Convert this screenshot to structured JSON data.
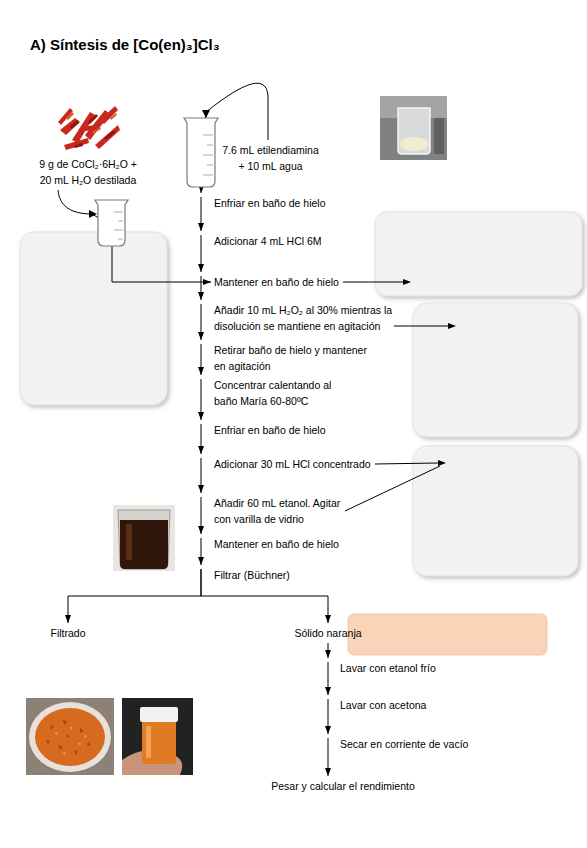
{
  "diagram": {
    "title": "A) Síntesis de [Co(en)₃]Cl₃",
    "nodes": [
      {
        "text": [
          "9 g de CoCl₂·6H₂O + 20 mL H₂O destilada"
        ]
      },
      {
        "text": [
          "7.6 mL etilendiamina + 10 mL agua"
        ]
      },
      {
        "text": [
          "Enfriar en baño de hielo"
        ]
      },
      {
        "text": [
          "Adicionar 4 mL HCl 6M"
        ]
      },
      {
        "text": [
          "Mantener en baño de hielo"
        ]
      },
      {
        "text": [
          "Añadir 10 mL H₂O₂ al 30% mientras la disolución se mantiene en agitación"
        ]
      },
      {
        "text": [
          "Retirar baño de hielo y mantener en agitación"
        ]
      },
      {
        "text": [
          "Concentrar calentando al baño María 60-80ºC"
        ]
      },
      {
        "text": [
          "Enfriar en baño de hielo"
        ]
      },
      {
        "text": [
          "Adicionar 30 mL HCl concentrado"
        ]
      },
      {
        "text": [
          "Añadir 60 mL etanol. Agitar con varilla de vidrio"
        ]
      },
      {
        "text": [
          "Mantener en baño de hielo"
        ]
      },
      {
        "text": [
          "Filtrar (Büchner)"
        ]
      },
      {
        "text": [
          "Filtrado"
        ]
      },
      {
        "text": [
          "Sólido naranja"
        ]
      },
      {
        "text": [
          "Lavar con etanol frío"
        ]
      },
      {
        "text": [
          "Lavar con acetona"
        ]
      },
      {
        "text": [
          "Secar en corriente de vacío"
        ]
      },
      {
        "text": [
          "Pesar y calcular el rendimiento"
        ]
      }
    ],
    "edges": [
      {
        "from": 1,
        "to": 2,
        "arrow": "to"
      },
      {
        "from": 0,
        "to": 4,
        "arrow": "to"
      },
      {
        "from": 2,
        "to": 3,
        "arrow": "to"
      },
      {
        "from": 3,
        "to": 4,
        "arrow": "to"
      },
      {
        "from": 4,
        "to": 5,
        "arrow": "to"
      },
      {
        "from": 5,
        "to": 6,
        "arrow": "to"
      },
      {
        "from": 6,
        "to": 7,
        "arrow": "to"
      },
      {
        "from": 7,
        "to": 8,
        "arrow": "to"
      },
      {
        "from": 8,
        "to": 9,
        "arrow": "to"
      },
      {
        "from": 9,
        "to": 10,
        "arrow": "to"
      },
      {
        "from": 10,
        "to": 11,
        "arrow": "to"
      },
      {
        "from": 11,
        "to": 12,
        "arrow": "to"
      },
      {
        "from": 12,
        "to": 13,
        "arrow": "to"
      },
      {
        "from": 12,
        "to": 14,
        "arrow": "to"
      },
      {
        "from": 14,
        "to": 15,
        "arrow": "to"
      },
      {
        "from": 15,
        "to": 16,
        "arrow": "to"
      },
      {
        "from": 16,
        "to": 17,
        "arrow": "to"
      },
      {
        "from": 17,
        "to": 18,
        "arrow": "to"
      }
    ]
  }
}
